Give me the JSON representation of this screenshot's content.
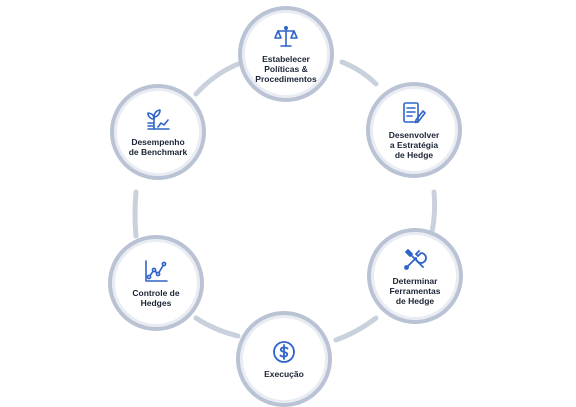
{
  "colors": {
    "ring": "#b9c3d3",
    "connector": "#c9d1dd",
    "icon_blue": "#2f64c9",
    "text": "#1b2435"
  },
  "nodes": [
    {
      "label": "Estabelecer\nPolíticas &\nProcedimentos",
      "icon": "scale-icon"
    },
    {
      "label": "Desenvolver\na Estratégia\nde Hedge",
      "icon": "document-pen-icon"
    },
    {
      "label": "Determinar\nFerramentas\nde Hedge",
      "icon": "tools-icon"
    },
    {
      "label": "Execução",
      "icon": "dollar-circle-icon"
    },
    {
      "label": "Controle de\nHedges",
      "icon": "chart-line-icon"
    },
    {
      "label": "Desempenho\nde Benchmark",
      "icon": "plant-chart-icon"
    }
  ]
}
